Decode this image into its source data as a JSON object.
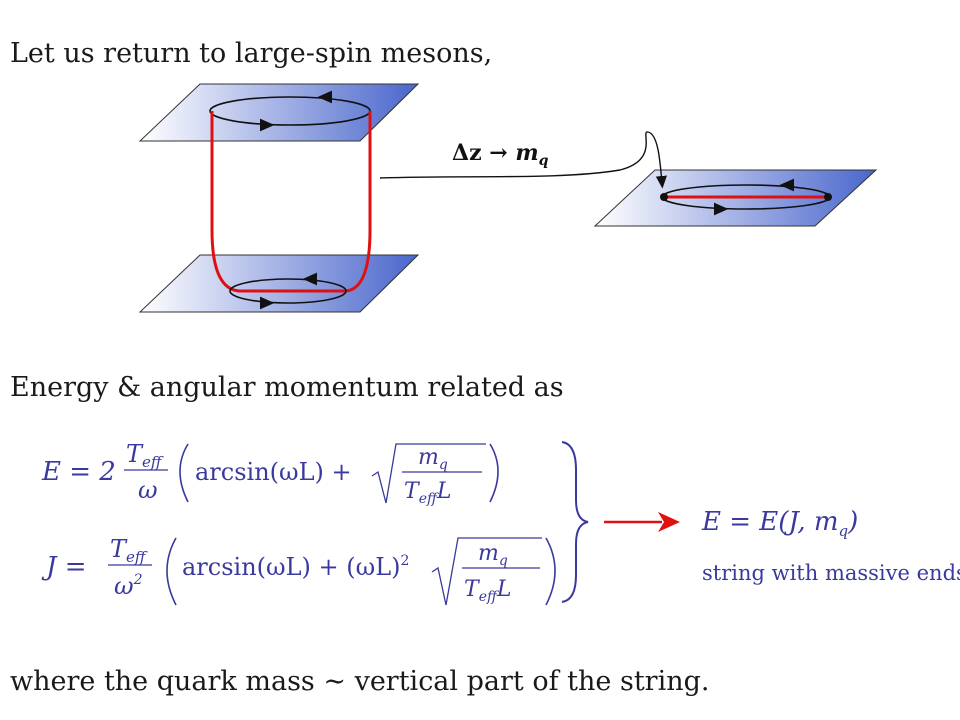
{
  "intro": "Let us return to large-spin mesons,",
  "figure": {
    "arrow_label_delta": "Δz → ",
    "arrow_label_mq": "m",
    "arrow_label_mq_sub": "q"
  },
  "energy_heading": "Energy & angular momentum related as",
  "equations": {
    "E_lhs": "E = 2",
    "E_frac_num": "T",
    "E_frac_num_sub": "eff",
    "E_frac_den": "ω",
    "E_body": "arcsin(ωL) +",
    "E_sqrt_num": "m",
    "E_sqrt_num_sub": "q",
    "E_sqrt_den": "T",
    "E_sqrt_den_sub": "eff",
    "E_sqrt_den_tail": "L",
    "J_lhs": "J =",
    "J_frac_num": "T",
    "J_frac_num_sub": "eff",
    "J_frac_den": "ω",
    "J_frac_den_sup": "2",
    "J_body": "arcsin(ωL) + (ωL)",
    "J_body_sup": "2",
    "J_sqrt_num": "m",
    "J_sqrt_num_sub": "q",
    "J_sqrt_den": "T",
    "J_sqrt_den_sub": "eff",
    "J_sqrt_den_tail": "L",
    "result": "E = E(J, m",
    "result_sub": "q",
    "result_close": ")",
    "result_note": "string with massive ends"
  },
  "conclusion": "where the quark mass ∼ vertical part of the string.",
  "colors": {
    "math_blue": "#3a3a9e",
    "string_red": "#e01010",
    "plane_blue": "#4a66cc"
  }
}
